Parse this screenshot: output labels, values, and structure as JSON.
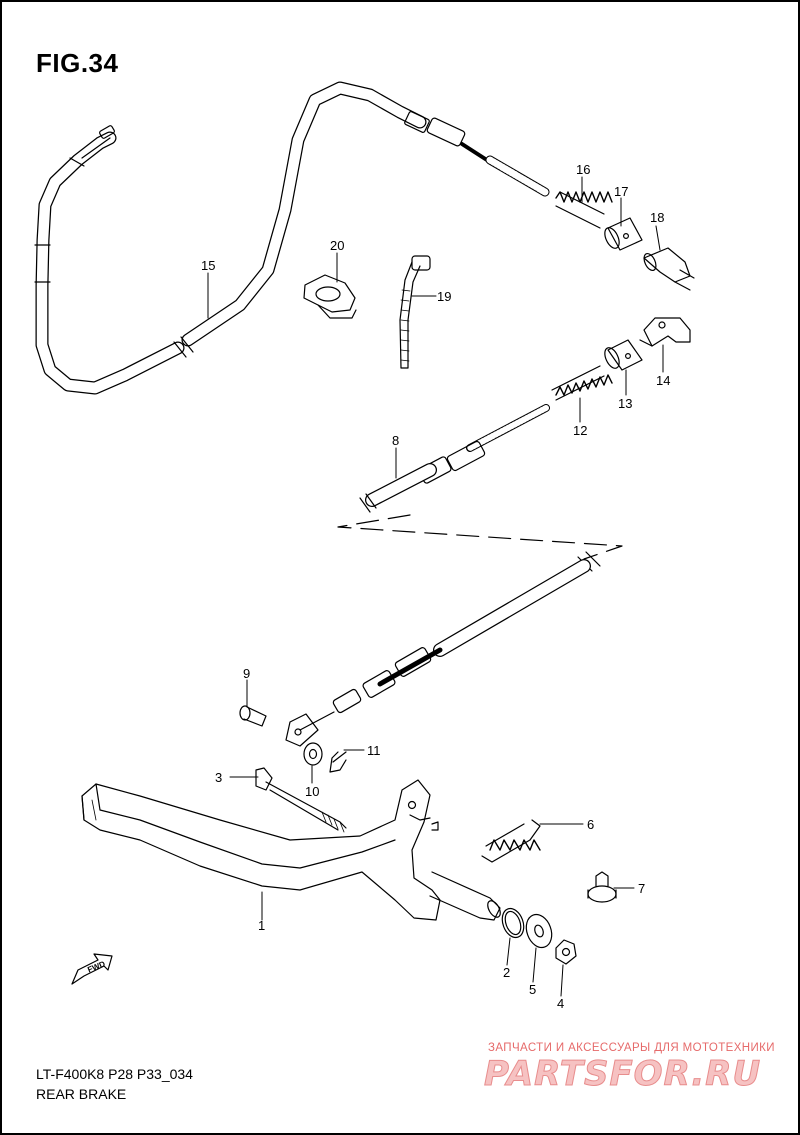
{
  "figure": {
    "title": "FIG.34",
    "model_code": "LT-F400K8 P28 P33_034",
    "section_name": "REAR BRAKE",
    "fwd_label": "FWD"
  },
  "callouts": {
    "c1": "1",
    "c2": "2",
    "c3": "3",
    "c4": "4",
    "c5": "5",
    "c6": "6",
    "c7": "7",
    "c8": "8",
    "c9": "9",
    "c10": "10",
    "c11": "11",
    "c12": "12",
    "c13": "13",
    "c14": "14",
    "c15": "15",
    "c16": "16",
    "c17": "17",
    "c18": "18",
    "c19": "19",
    "c20": "20"
  },
  "watermark": {
    "subtitle": "ЗАПЧАСТИ И АКСЕССУАРЫ ДЛЯ МОТОТЕХНИКИ",
    "logo": "PARTSFOR.RU"
  }
}
